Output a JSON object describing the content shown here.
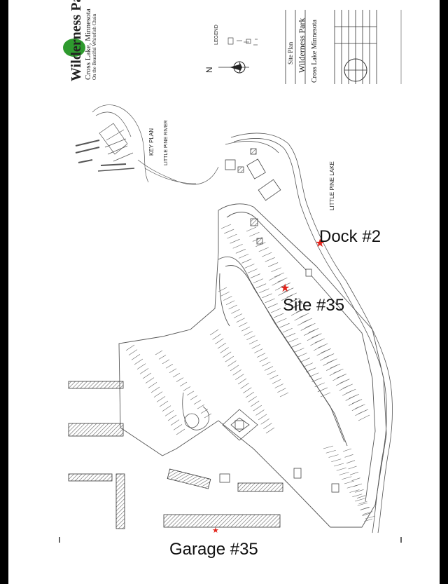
{
  "title_block": {
    "park_name": "Wilderness Park",
    "location": "Cross Lake, Minnesota",
    "tagline": "On the Beautiful Whitefish Chain",
    "sheet_title": "Site Plan",
    "sheet_park": "Wilderness Park",
    "sheet_location": "Cross Lake          Minnesota"
  },
  "map_text": {
    "legend": "LEGEND",
    "key_plan": "KEY PLAN",
    "river": "LITTLE PINE RIVER",
    "lake": "LITTLE PINE LAKE",
    "north": "N"
  },
  "annotations": [
    {
      "id": "dock-2",
      "label": "Dock #2"
    },
    {
      "id": "site-35",
      "label": "Site #35"
    },
    {
      "id": "garage-35",
      "label": "Garage #35"
    }
  ],
  "colors": {
    "marker": "#e2231a",
    "logo_tree": "#2e9a2e",
    "linework": "#555555"
  }
}
